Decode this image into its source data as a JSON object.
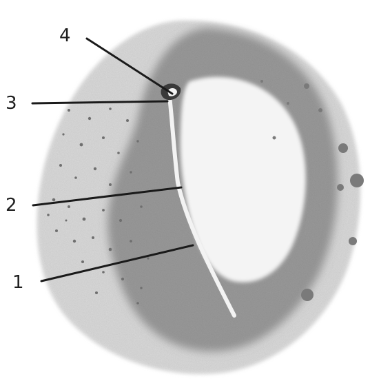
{
  "labels": [
    {
      "id": "label-1",
      "text": "1"
    },
    {
      "id": "label-2",
      "text": "2"
    },
    {
      "id": "label-3",
      "text": "3"
    },
    {
      "id": "label-4",
      "text": "4"
    }
  ],
  "colors": {
    "background": "#ffffff",
    "outer_tissue": "#d9d9d9",
    "dark_ring": "#8e8e8e",
    "inner_cavity": "#f5f5f5",
    "dots": "#6f6f6f",
    "leader_line": "#1a1a1a",
    "pale_line": "#f2f2f2"
  }
}
